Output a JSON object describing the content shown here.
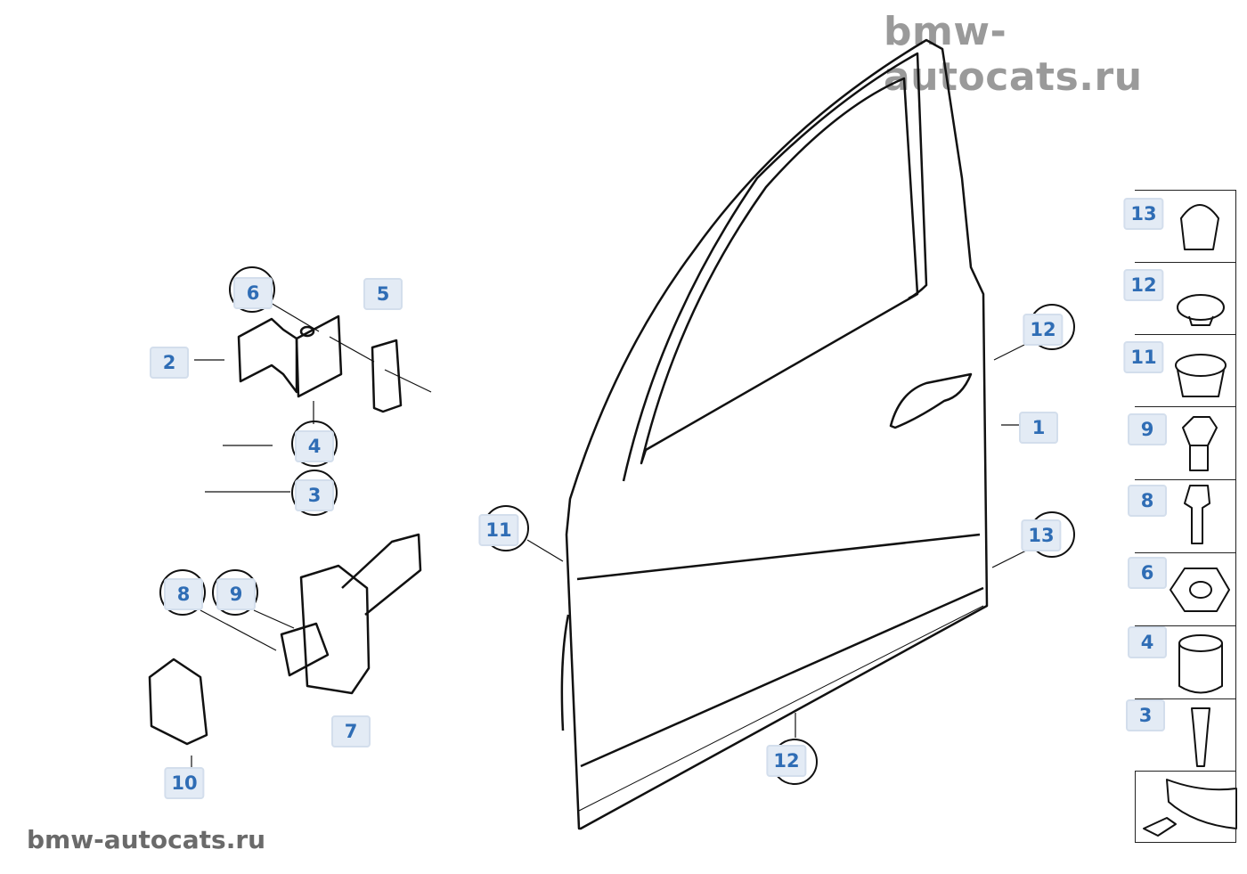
{
  "watermark": {
    "top": "bmw-autocats.ru",
    "bottom": "bmw-autocats.ru"
  },
  "colors": {
    "label_bg": "#e3ebf5",
    "label_text": "#2f6db5",
    "watermark": "#9a9a9a"
  },
  "callouts": {
    "c6": "6",
    "c5": "5",
    "c2": "2",
    "c4": "4",
    "c3": "3",
    "c8": "8",
    "c9": "9",
    "c7": "7",
    "c10": "10",
    "c11": "11",
    "c12a": "12",
    "c1": "1",
    "c13": "13",
    "c12b": "12"
  },
  "parts_list": [
    "13",
    "12",
    "11",
    "9",
    "8",
    "6",
    "4",
    "3"
  ]
}
